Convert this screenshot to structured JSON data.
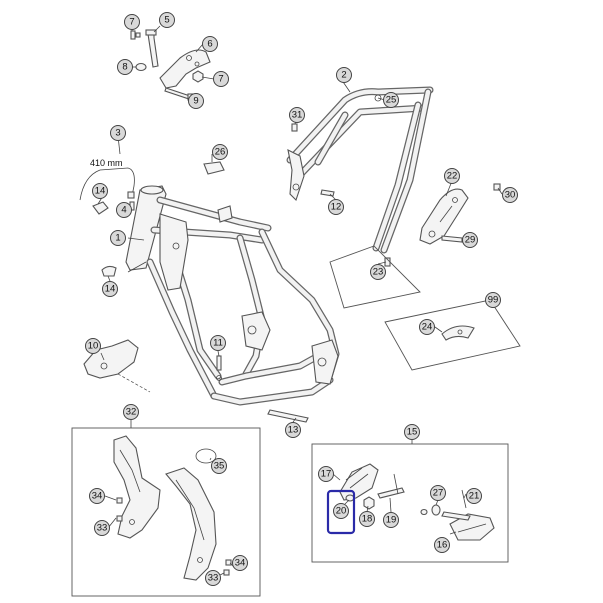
{
  "callouts": [
    {
      "id": "7a",
      "label": "7"
    },
    {
      "id": "5",
      "label": "5"
    },
    {
      "id": "6",
      "label": "6"
    },
    {
      "id": "8",
      "label": "8"
    },
    {
      "id": "7b",
      "label": "7"
    },
    {
      "id": "9",
      "label": "9"
    },
    {
      "id": "2",
      "label": "2"
    },
    {
      "id": "25",
      "label": "25"
    },
    {
      "id": "31",
      "label": "31"
    },
    {
      "id": "3",
      "label": "3"
    },
    {
      "id": "26",
      "label": "26"
    },
    {
      "id": "14a",
      "label": "14"
    },
    {
      "id": "4",
      "label": "4"
    },
    {
      "id": "12",
      "label": "12"
    },
    {
      "id": "22",
      "label": "22"
    },
    {
      "id": "30",
      "label": "30"
    },
    {
      "id": "1",
      "label": "1"
    },
    {
      "id": "29",
      "label": "29"
    },
    {
      "id": "23",
      "label": "23"
    },
    {
      "id": "14b",
      "label": "14"
    },
    {
      "id": "99",
      "label": "99"
    },
    {
      "id": "24",
      "label": "24"
    },
    {
      "id": "10",
      "label": "10"
    },
    {
      "id": "11",
      "label": "11"
    },
    {
      "id": "32",
      "label": "32"
    },
    {
      "id": "13",
      "label": "13"
    },
    {
      "id": "15",
      "label": "15"
    },
    {
      "id": "35",
      "label": "35"
    },
    {
      "id": "17",
      "label": "17"
    },
    {
      "id": "34a",
      "label": "34"
    },
    {
      "id": "27",
      "label": "27"
    },
    {
      "id": "21",
      "label": "21"
    },
    {
      "id": "33a",
      "label": "33"
    },
    {
      "id": "20",
      "label": "20"
    },
    {
      "id": "18",
      "label": "18"
    },
    {
      "id": "19",
      "label": "19"
    },
    {
      "id": "16",
      "label": "16"
    },
    {
      "id": "34b",
      "label": "34"
    },
    {
      "id": "33b",
      "label": "33"
    }
  ],
  "dimension_label": "410 mm",
  "highlighted_callout": "20",
  "highlight_color": "#2a2aa8"
}
